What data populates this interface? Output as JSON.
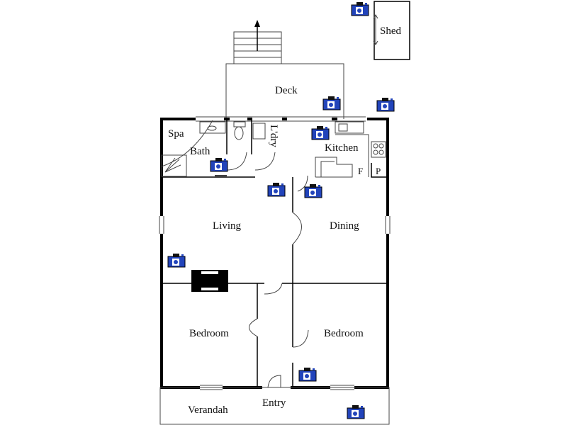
{
  "labels": {
    "shed": "Shed",
    "deck": "Deck",
    "spa": "Spa",
    "bath": "Bath",
    "laundry": "L'dry",
    "kitchen": "Kitchen",
    "fridge": "F",
    "pantry": "P",
    "living": "Living",
    "dining": "Dining",
    "bedroom_1": "Bedroom",
    "bedroom_2": "Bedroom",
    "verandah": "Verandah",
    "entry": "Entry"
  },
  "colors": {
    "camera": "#2244bb",
    "walls": "#000000"
  },
  "icons": {
    "camera": "camera-icon",
    "arrow": "arrow-up-icon"
  }
}
